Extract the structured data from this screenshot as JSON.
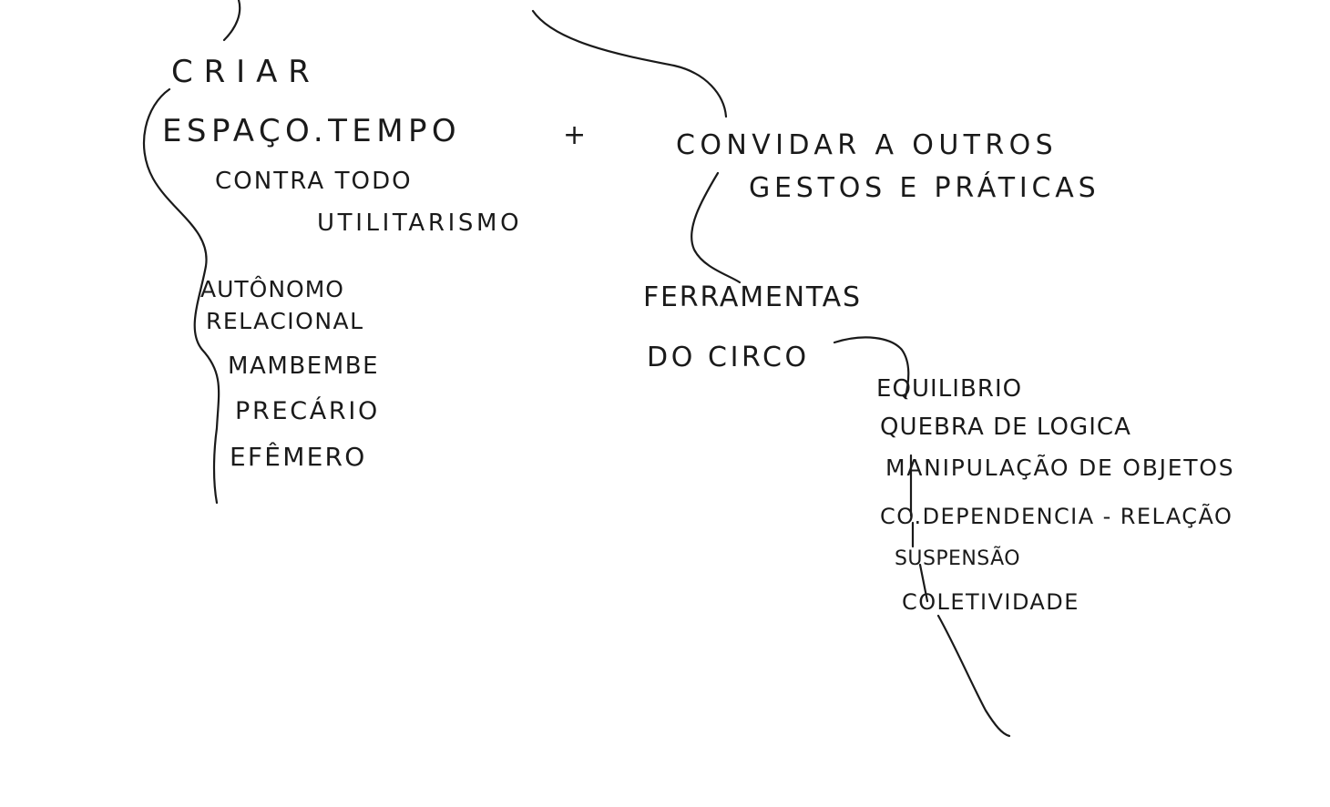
{
  "notes": {
    "criar": "CRIAR",
    "espaco_tempo": "ESPAÇO.TEMPO",
    "contra_todo": "CONTRA TODO",
    "utilitarismo": "UTILITARISMO",
    "plus": "+",
    "convidar": "CONVIDAR A OUTROS",
    "gestos": "GESTOS E PRÁTICAS",
    "qualities": [
      "AUTÔNOMO",
      "RELACIONAL",
      "MAMBEMBE",
      "PRECÁRIO",
      "EFÊMERO"
    ],
    "ferramentas": "FERRAMENTAS",
    "do_circo": "DO CIRCO",
    "tools": [
      "EQUILIBRIO",
      "QUEBRA DE LOGICA",
      "MANIPULAÇÃO DE OBJETOS",
      "CO.DEPENDENCIA - RELAÇÃO",
      "SUSPENSÃO",
      "COLETIVIDADE"
    ]
  },
  "colors": {
    "ink": "#1a1a1a",
    "paper": "#ffffff"
  }
}
